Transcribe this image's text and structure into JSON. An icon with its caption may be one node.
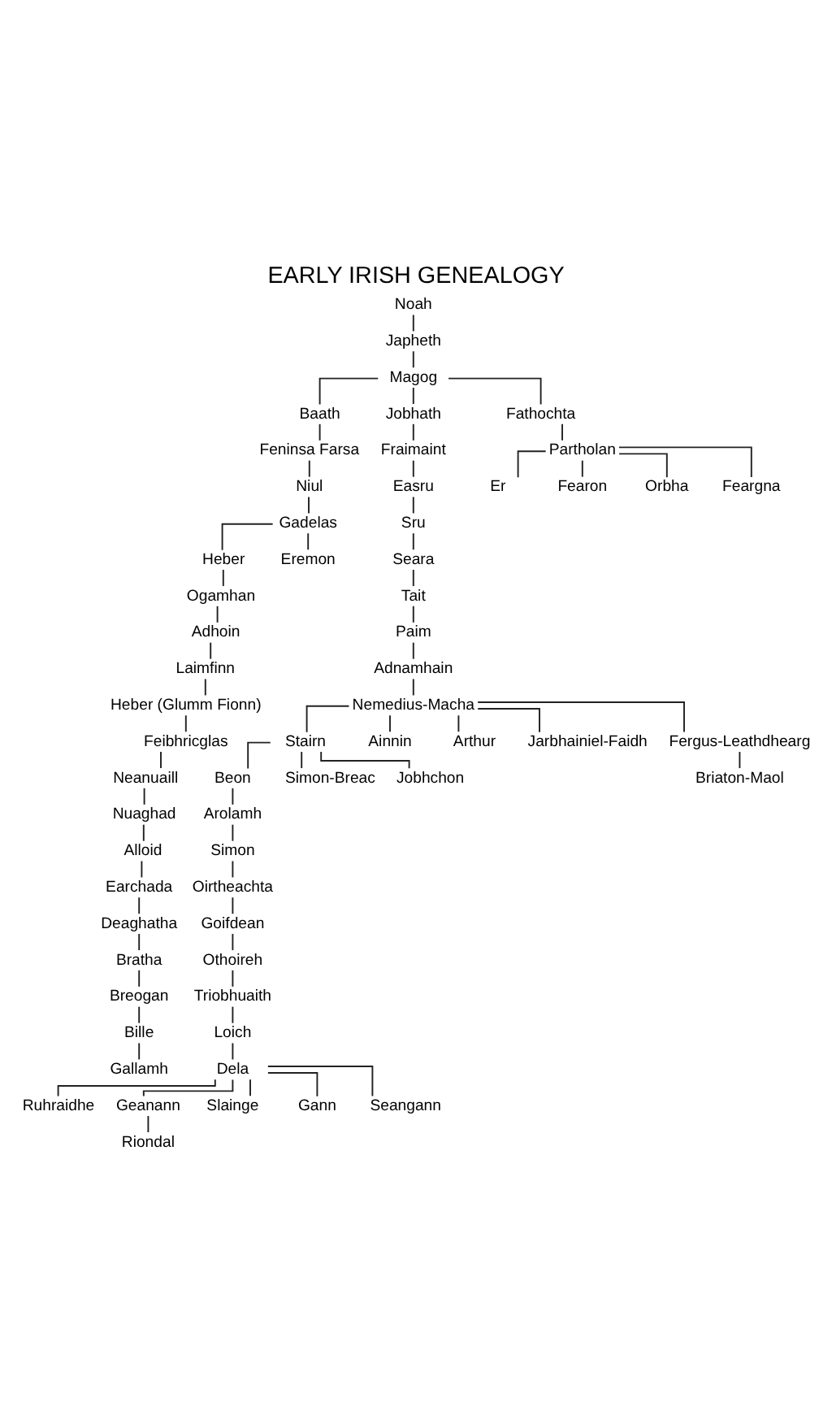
{
  "diagram": {
    "title": "EARLY IRISH GENEALOGY",
    "nodes": [
      {
        "text": [
          "Noah"
        ]
      },
      {
        "text": [
          "Japheth"
        ]
      },
      {
        "text": [
          "Magog"
        ]
      },
      {
        "text": [
          "Baath"
        ]
      },
      {
        "text": [
          "Jobhath"
        ]
      },
      {
        "text": [
          "Fathochta"
        ]
      },
      {
        "text": [
          "Feninsa Farsa"
        ]
      },
      {
        "text": [
          "Fraimaint"
        ]
      },
      {
        "text": [
          "Partholan"
        ]
      },
      {
        "text": [
          "Niul"
        ]
      },
      {
        "text": [
          "Easru"
        ]
      },
      {
        "text": [
          "Er"
        ]
      },
      {
        "text": [
          "Fearon"
        ]
      },
      {
        "text": [
          "Orbha"
        ]
      },
      {
        "text": [
          "Feargna"
        ]
      },
      {
        "text": [
          "Gadelas"
        ]
      },
      {
        "text": [
          "Sru"
        ]
      },
      {
        "text": [
          "Seara"
        ]
      },
      {
        "text": [
          "Heber"
        ]
      },
      {
        "text": [
          "Eremon"
        ]
      },
      {
        "text": [
          "Tait"
        ]
      },
      {
        "text": [
          "Ogamhan"
        ]
      },
      {
        "text": [
          "Paim"
        ]
      },
      {
        "text": [
          "Adhoin"
        ]
      },
      {
        "text": [
          "Adnamhain"
        ]
      },
      {
        "text": [
          "Laimfinn"
        ]
      },
      {
        "text": [
          "Nemedius-Macha"
        ]
      },
      {
        "text": [
          "Heber (Glumm Fionn)"
        ]
      },
      {
        "text": [
          "Feibhricglas"
        ]
      },
      {
        "text": [
          "Stairn"
        ]
      },
      {
        "text": [
          "Ainnin"
        ]
      },
      {
        "text": [
          "Arthur"
        ]
      },
      {
        "text": [
          "Jarbhainiel-Faidh"
        ]
      },
      {
        "text": [
          "Fergus-Leathdhearg"
        ]
      },
      {
        "text": [
          "Neanuaill"
        ]
      },
      {
        "text": [
          "Nuaghad"
        ]
      },
      {
        "text": [
          "Beon"
        ]
      },
      {
        "text": [
          "Simon-Breac"
        ]
      },
      {
        "text": [
          "Briaton-Maol"
        ]
      },
      {
        "text": [
          "Jobhchon"
        ]
      },
      {
        "text": [
          "Alloid"
        ]
      },
      {
        "text": [
          "Arolamh"
        ]
      },
      {
        "text": [
          "Earchada"
        ]
      },
      {
        "text": [
          "Simon"
        ]
      },
      {
        "text": [
          "Deaghatha"
        ]
      },
      {
        "text": [
          "Oirtheachta"
        ]
      },
      {
        "text": [
          "Bratha"
        ]
      },
      {
        "text": [
          "Goifdean"
        ]
      },
      {
        "text": [
          "Breogan"
        ]
      },
      {
        "text": [
          "Othoireh"
        ]
      },
      {
        "text": [
          "Bille"
        ]
      },
      {
        "text": [
          "Triobhuaith"
        ]
      },
      {
        "text": [
          "Gallamh"
        ]
      },
      {
        "text": [
          "Loich"
        ]
      },
      {
        "text": [
          "Dela"
        ]
      },
      {
        "text": [
          "Ruhraidhe"
        ]
      },
      {
        "text": [
          "Geanann"
        ]
      },
      {
        "text": [
          "Slainge"
        ]
      },
      {
        "text": [
          "Gann"
        ]
      },
      {
        "text": [
          "Seangann"
        ]
      },
      {
        "text": [
          "Riondal"
        ]
      }
    ],
    "edges": [
      {
        "from": 0,
        "to": 1,
        "arrow": "none"
      },
      {
        "from": 1,
        "to": 2,
        "arrow": "none"
      },
      {
        "from": 2,
        "to": 3,
        "arrow": "none"
      },
      {
        "from": 2,
        "to": 4,
        "arrow": "none"
      },
      {
        "from": 2,
        "to": 5,
        "arrow": "none"
      },
      {
        "from": 3,
        "to": 6,
        "arrow": "none"
      },
      {
        "from": 4,
        "to": 7,
        "arrow": "none"
      },
      {
        "from": 5,
        "to": 8,
        "arrow": "none"
      },
      {
        "from": 6,
        "to": 9,
        "arrow": "none"
      },
      {
        "from": 7,
        "to": 10,
        "arrow": "none"
      },
      {
        "from": 8,
        "to": 11,
        "arrow": "none"
      },
      {
        "from": 8,
        "to": 13,
        "arrow": "none"
      },
      {
        "from": 8,
        "to": 12,
        "arrow": "none"
      },
      {
        "from": 8,
        "to": 14,
        "arrow": "none"
      },
      {
        "from": 9,
        "to": 15,
        "arrow": "none"
      },
      {
        "from": 10,
        "to": 16,
        "arrow": "none"
      },
      {
        "from": 16,
        "to": 17,
        "arrow": "none"
      },
      {
        "from": 15,
        "to": 18,
        "arrow": "none"
      },
      {
        "from": 15,
        "to": 19,
        "arrow": "none"
      },
      {
        "from": 17,
        "to": 20,
        "arrow": "none"
      },
      {
        "from": 18,
        "to": 21,
        "arrow": "none"
      },
      {
        "from": 20,
        "to": 22,
        "arrow": "none"
      },
      {
        "from": 21,
        "to": 23,
        "arrow": "none"
      },
      {
        "from": 22,
        "to": 24,
        "arrow": "none"
      },
      {
        "from": 23,
        "to": 25,
        "arrow": "none"
      },
      {
        "from": 24,
        "to": 26,
        "arrow": "none"
      },
      {
        "from": 25,
        "to": 27,
        "arrow": "none"
      },
      {
        "from": 27,
        "to": 28,
        "arrow": "none"
      },
      {
        "from": 26,
        "to": 31,
        "arrow": "none"
      },
      {
        "from": 26,
        "to": 29,
        "arrow": "none"
      },
      {
        "from": 26,
        "to": 32,
        "arrow": "none"
      },
      {
        "from": 26,
        "to": 30,
        "arrow": "none"
      },
      {
        "from": 26,
        "to": 33,
        "arrow": "none"
      },
      {
        "from": 28,
        "to": 34,
        "arrow": "none"
      },
      {
        "from": 34,
        "to": 35,
        "arrow": "none"
      },
      {
        "from": 29,
        "to": 36,
        "arrow": "none"
      },
      {
        "from": 29,
        "to": 39,
        "arrow": "none"
      },
      {
        "from": 29,
        "to": 37,
        "arrow": "none"
      },
      {
        "from": 33,
        "to": 38,
        "arrow": "none"
      },
      {
        "from": 35,
        "to": 40,
        "arrow": "none"
      },
      {
        "from": 36,
        "to": 41,
        "arrow": "none"
      },
      {
        "from": 40,
        "to": 42,
        "arrow": "none"
      },
      {
        "from": 41,
        "to": 43,
        "arrow": "none"
      },
      {
        "from": 42,
        "to": 44,
        "arrow": "none"
      },
      {
        "from": 43,
        "to": 45,
        "arrow": "none"
      },
      {
        "from": 44,
        "to": 46,
        "arrow": "none"
      },
      {
        "from": 45,
        "to": 47,
        "arrow": "none"
      },
      {
        "from": 46,
        "to": 48,
        "arrow": "none"
      },
      {
        "from": 47,
        "to": 49,
        "arrow": "none"
      },
      {
        "from": 48,
        "to": 50,
        "arrow": "none"
      },
      {
        "from": 49,
        "to": 51,
        "arrow": "none"
      },
      {
        "from": 50,
        "to": 52,
        "arrow": "none"
      },
      {
        "from": 51,
        "to": 53,
        "arrow": "none"
      },
      {
        "from": 53,
        "to": 54,
        "arrow": "none"
      },
      {
        "from": 54,
        "to": 57,
        "arrow": "none"
      },
      {
        "from": 54,
        "to": 55,
        "arrow": "none"
      },
      {
        "from": 54,
        "to": 58,
        "arrow": "none"
      },
      {
        "from": 54,
        "to": 56,
        "arrow": "none"
      },
      {
        "from": 54,
        "to": 59,
        "arrow": "none"
      },
      {
        "from": 56,
        "to": 60,
        "arrow": "none"
      }
    ]
  }
}
